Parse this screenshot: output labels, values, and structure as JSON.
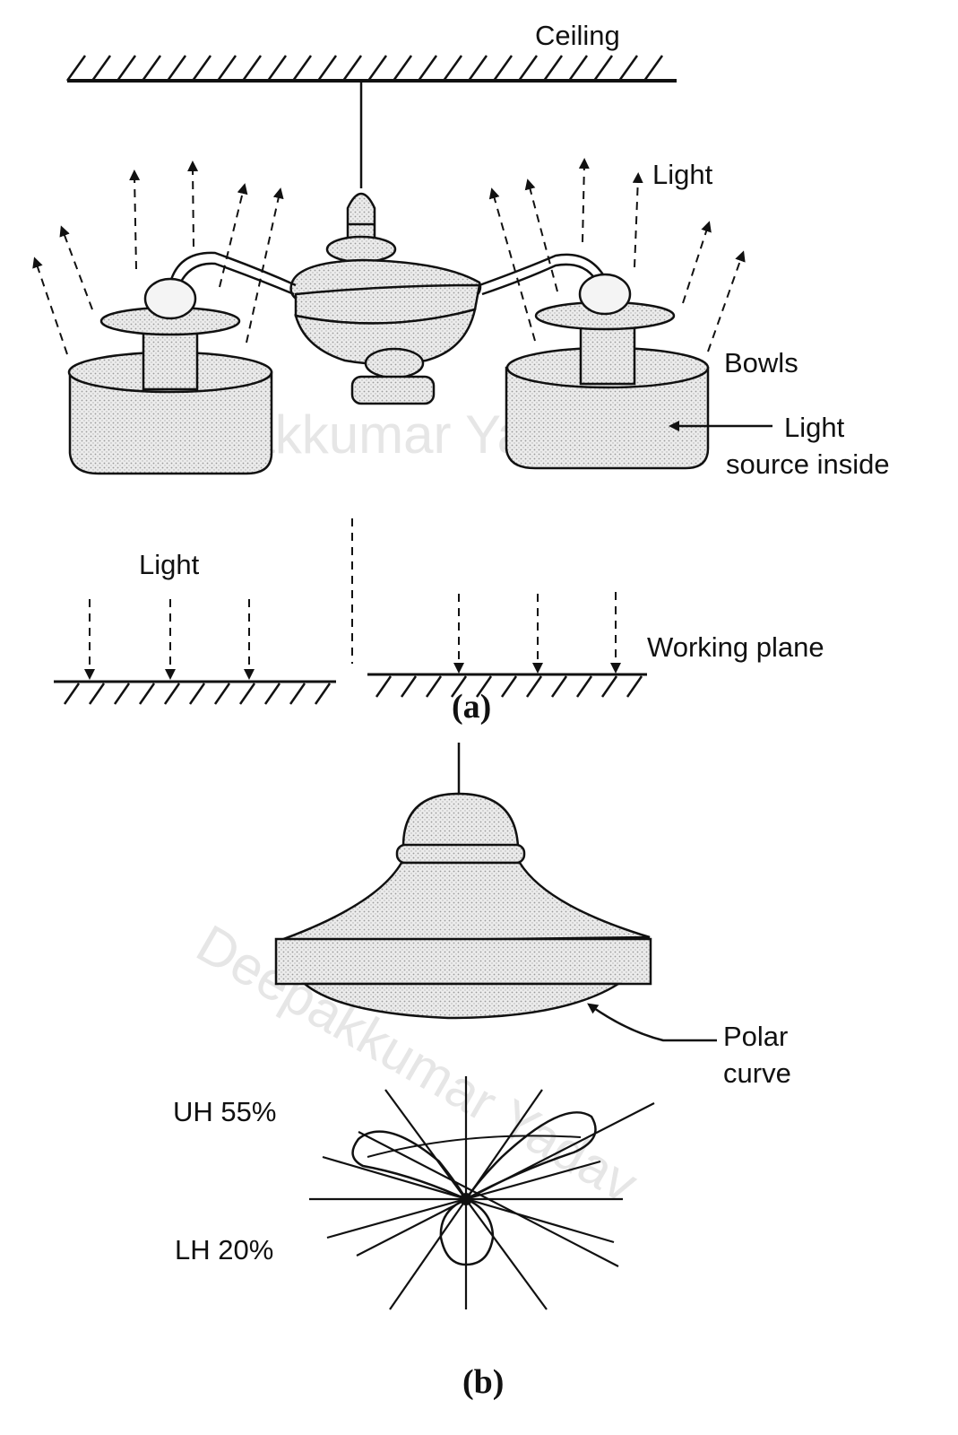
{
  "figure_a": {
    "labels": {
      "ceiling": "Ceiling",
      "light_up": "Light",
      "bowls": "Bowls",
      "light_source_line1": "Light",
      "light_source_line2": "source inside",
      "light_down": "Light",
      "working_plane": "Working plane"
    },
    "caption": "(a)"
  },
  "figure_b": {
    "labels": {
      "polar_curve_line1": "Polar",
      "polar_curve_line2": "curve",
      "uh": "UH 55%",
      "lh": "LH 20%"
    },
    "caption": "(b)"
  },
  "watermark": {
    "text_a": "Deepakkumar Yadav",
    "text_b": "Deepakkumar Yadav"
  },
  "colors": {
    "ink": "#111111",
    "shade": "#d9d9d9",
    "watermark": "#e6e6e6"
  }
}
